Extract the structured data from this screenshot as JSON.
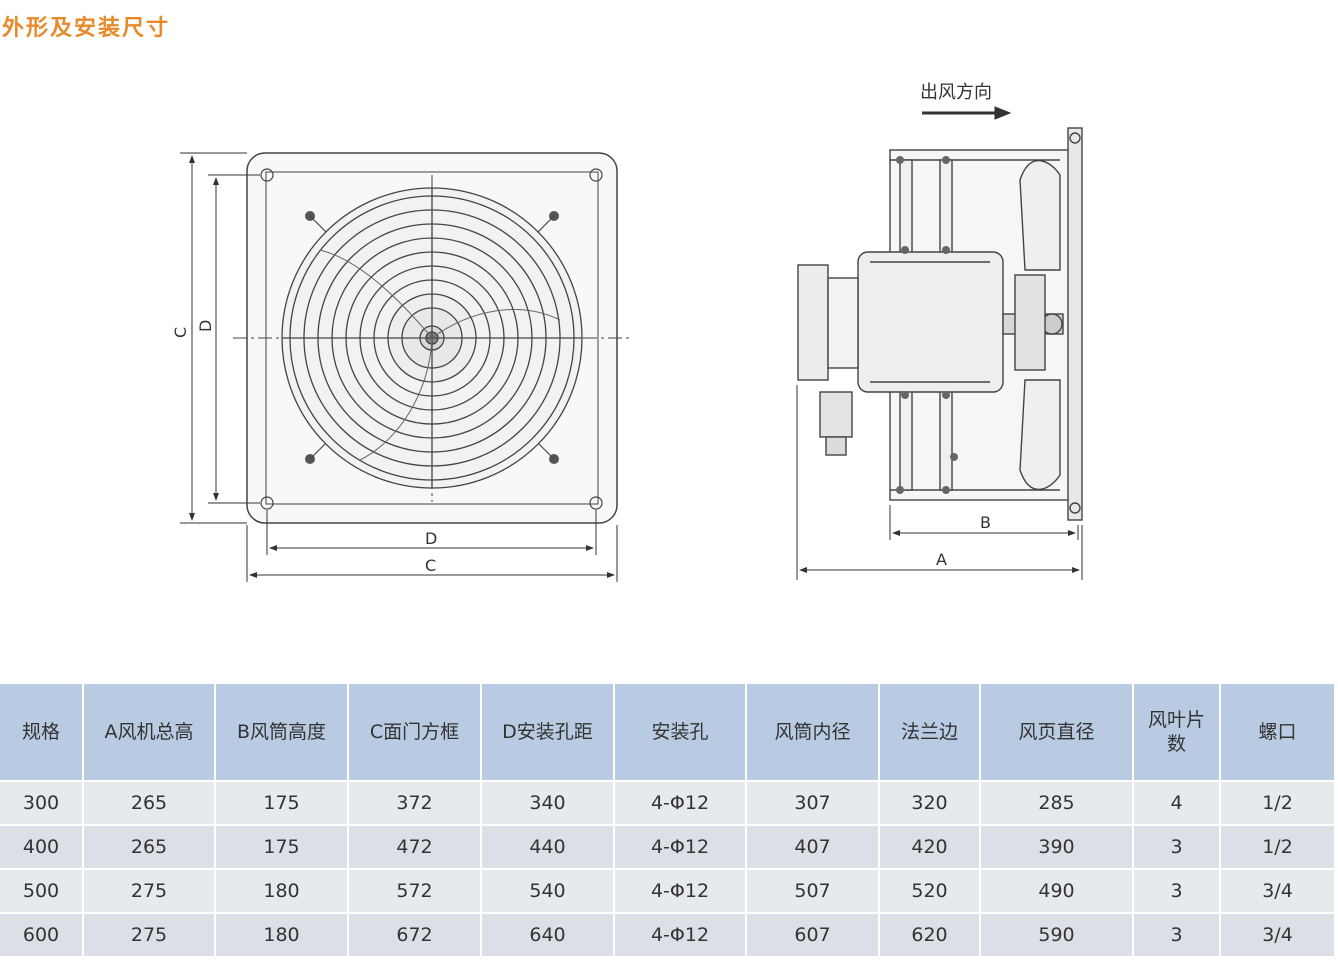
{
  "title": "外形及安装尺寸",
  "drawing": {
    "front_labels": {
      "c_vertical": "C",
      "d_vertical": "D",
      "d_horizontal": "D",
      "c_horizontal": "C"
    },
    "side_labels": {
      "flow_direction": "出风方向",
      "b": "B",
      "a": "A"
    }
  },
  "table": {
    "headers": [
      "规格",
      "A风机总高",
      "B风筒高度",
      "C面门方框",
      "D安装孔距",
      "安装孔",
      "风筒内径",
      "法兰边",
      "风页直径",
      "风叶片数",
      "螺口"
    ],
    "rows": [
      [
        "300",
        "265",
        "175",
        "372",
        "340",
        "4-Φ12",
        "307",
        "320",
        "285",
        "4",
        "1/2"
      ],
      [
        "400",
        "265",
        "175",
        "472",
        "440",
        "4-Φ12",
        "407",
        "420",
        "390",
        "3",
        "1/2"
      ],
      [
        "500",
        "275",
        "180",
        "572",
        "540",
        "4-Φ12",
        "507",
        "520",
        "490",
        "3",
        "3/4"
      ],
      [
        "600",
        "275",
        "180",
        "672",
        "640",
        "4-Φ12",
        "607",
        "620",
        "590",
        "3",
        "3/4"
      ]
    ]
  }
}
